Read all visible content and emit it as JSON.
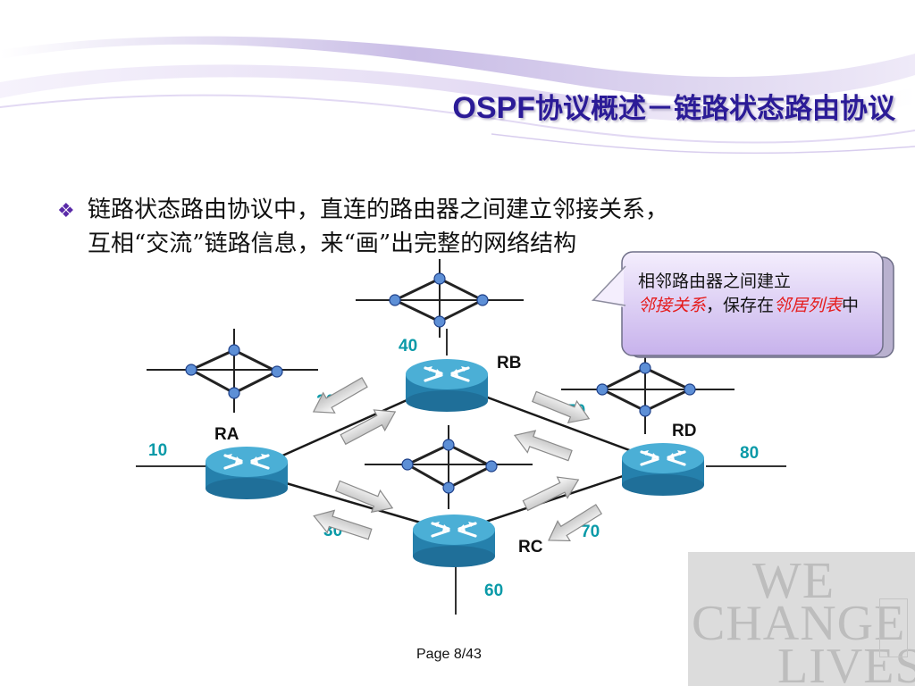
{
  "slide": {
    "title_latin": "OSPF",
    "title_cn": "协议概述－链路状态路由协议",
    "bullet_line1": "链路状态路由协议中，直连的路由器之间建立邻接关系，",
    "bullet_line2": "互相“交流”链路信息，来“画”出完整的网络结构",
    "page": "Page 8/43"
  },
  "callout": {
    "part1": "相邻路由器之间建立",
    "part2": "邻接关系",
    "part3": "，保存在",
    "part4": "邻居列表",
    "part5": "中"
  },
  "routers": {
    "ra": "RA",
    "rb": "RB",
    "rc": "RC",
    "rd": "RD"
  },
  "networks": {
    "n10": "10",
    "n20": "20",
    "n30": "30",
    "n40": "40",
    "n50": "50",
    "n60": "60",
    "n70": "70",
    "n80": "80"
  },
  "watermark": {
    "line1": "WE",
    "line2": "CHANGE",
    "line3": "LIVES"
  },
  "colors": {
    "title": "#2b1b97",
    "label": "#0a9aa8",
    "router_body": "#2f8fb7",
    "router_top": "#4fb2d7",
    "callout_fill": "#d4c4ef",
    "callout_red": "#e51a1a"
  }
}
